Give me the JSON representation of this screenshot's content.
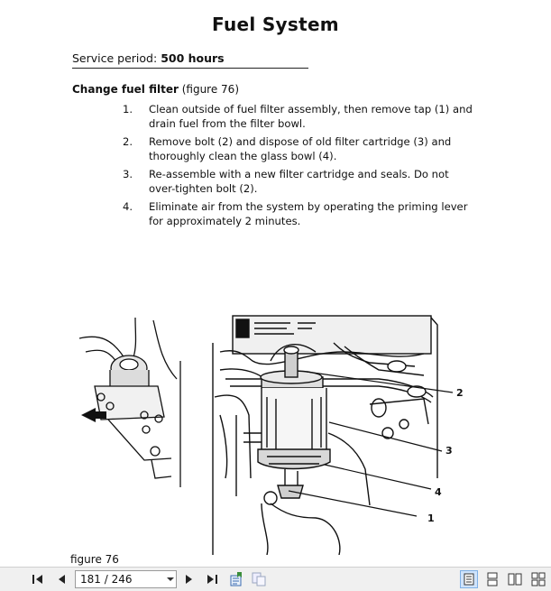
{
  "page": {
    "title": "Fuel System",
    "service_label": "Service period:",
    "service_value": "500 hours",
    "section_heading": "Change fuel filter",
    "section_ref": "(figure 76)",
    "steps": [
      {
        "num": "1.",
        "text": "Clean outside of fuel filter assembly, then remove tap (1) and drain fuel from the filter bowl."
      },
      {
        "num": "2.",
        "text": "Remove bolt (2) and dispose of old filter cartridge (3) and thoroughly clean the glass bowl (4)."
      },
      {
        "num": "3.",
        "text": "Re-assemble with a new filter cartridge and seals.  Do not over-tighten bolt (2)."
      },
      {
        "num": "4.",
        "text": "Eliminate air from the system by operating the priming lever for approximately 2 minutes."
      }
    ],
    "figure": {
      "caption": "figure 76",
      "callouts": [
        "2",
        "3",
        "4",
        "1"
      ]
    }
  },
  "toolbar": {
    "page_indicator": "181 / 246",
    "icons": [
      "first-page-icon",
      "prev-page-icon",
      "next-page-icon",
      "last-page-icon",
      "bookmark-icon",
      "copy-icon",
      "single-page-view-icon",
      "continuous-view-icon",
      "facing-view-icon",
      "facing-continuous-view-icon"
    ]
  }
}
